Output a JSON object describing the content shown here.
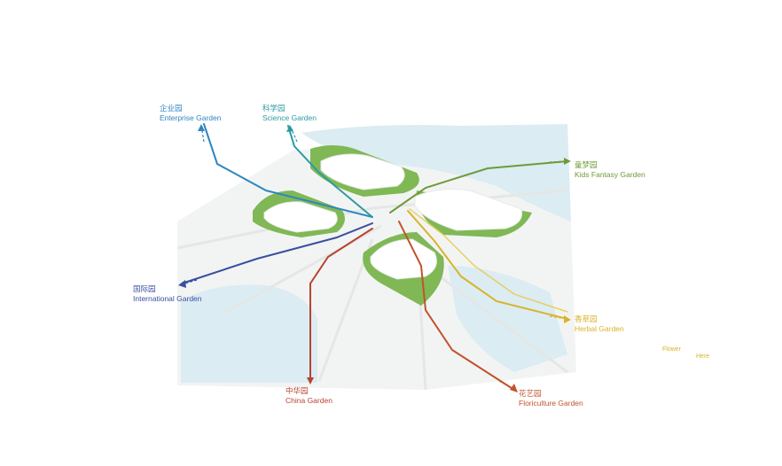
{
  "colors": {
    "water": "#dbecf2",
    "land": "#f2f4f3",
    "green": "#7fb855",
    "building": "#ffffff",
    "blue": "#2f86c0",
    "teal": "#2c9aa3",
    "olive": "#6f9a3a",
    "indigo": "#3a4fa0",
    "red": "#b8432f",
    "rust": "#c1532c",
    "yellow": "#d9b32a"
  },
  "gardens": [
    {
      "id": "enterprise",
      "zh": "企业园",
      "en": "Enterprise Garden",
      "color": "#2f86c0"
    },
    {
      "id": "science",
      "zh": "科学园",
      "en": "Science Garden",
      "color": "#2c9aa3"
    },
    {
      "id": "kids",
      "zh": "童梦园",
      "en": "Kids Fantasy Garden",
      "color": "#6f9a3a"
    },
    {
      "id": "international",
      "zh": "国际园",
      "en": "International Garden",
      "color": "#3a4fa0"
    },
    {
      "id": "herbal",
      "zh": "香草园",
      "en": "Herbal Garden",
      "color": "#d9b32a"
    },
    {
      "id": "china",
      "zh": "中华园",
      "en": "China Garden",
      "color": "#b8432f"
    },
    {
      "id": "floriculture",
      "zh": "花艺园",
      "en": "Floriculture Garden",
      "color": "#c1532c"
    }
  ],
  "legend": {
    "line1": "Flower",
    "line2": "Here"
  }
}
